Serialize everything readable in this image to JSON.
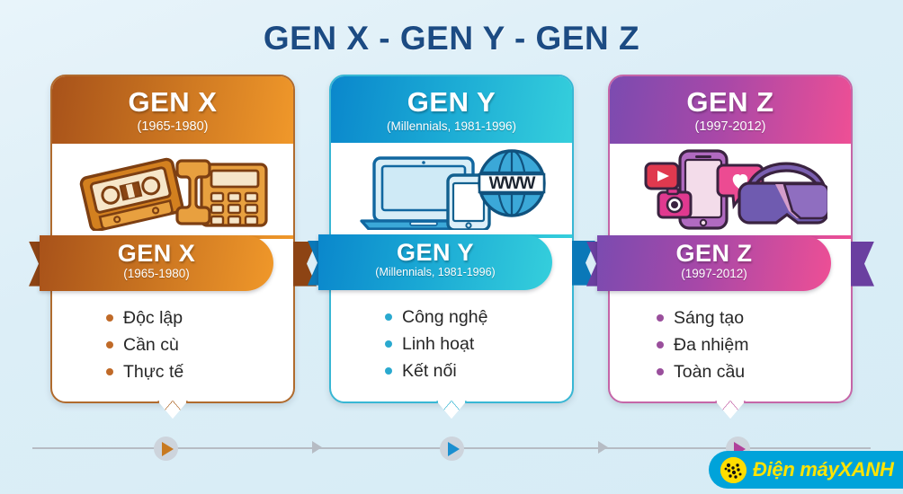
{
  "title": "GEN X - GEN Y - GEN Z",
  "cards": [
    {
      "key": "genx",
      "name": "GEN X",
      "years": "(1965-1980)",
      "ribbon_name": "GEN X",
      "ribbon_years": "(1965-1980)",
      "traits": [
        "Độc lập",
        "Cần cù",
        "Thực tế"
      ],
      "icons": [
        "cassette-tape-icon",
        "landline-phone-icon"
      ],
      "colors": {
        "gradient_start": "#a8521a",
        "gradient_end": "#f0982a",
        "dark": "#8d4414",
        "border": "#b06b2e",
        "dot": "#c06a28",
        "marker": "#c8791f"
      }
    },
    {
      "key": "geny",
      "name": "GEN Y",
      "years": "(Millennials, 1981-1996)",
      "ribbon_name": "GEN Y",
      "ribbon_years": "(Millennials, 1981-1996)",
      "traits": [
        "Công nghệ",
        "Linh hoạt",
        "Kết nối"
      ],
      "icons": [
        "laptop-icon",
        "smartphone-icon",
        "www-globe-icon"
      ],
      "colors": {
        "gradient_start": "#0a87cc",
        "gradient_end": "#35cfdc",
        "dark": "#0a78b8",
        "border": "#38b7d4",
        "dot": "#2aa9cf",
        "marker": "#1b8fd0"
      }
    },
    {
      "key": "genz",
      "name": "GEN Z",
      "years": "(1997-2012)",
      "ribbon_name": "GEN Z",
      "ribbon_years": "(1997-2012)",
      "traits": [
        "Sáng tạo",
        "Đa nhiệm",
        "Toàn cầu"
      ],
      "icons": [
        "smartphone-social-icon",
        "vr-headset-icon"
      ],
      "colors": {
        "gradient_start": "#7b4bb0",
        "gradient_end": "#ee4f95",
        "dark": "#6a3fa0",
        "border": "#c566a8",
        "dot": "#9a4f9c",
        "marker": "#b0409a"
      }
    }
  ],
  "timeline": {
    "markers": [
      "genx-marker",
      "geny-marker",
      "genz-marker"
    ],
    "connectors": [
      "connector-1",
      "connector-2",
      "connector-3"
    ]
  },
  "logo": {
    "text_light": "Điện máy",
    "text_bold": "XANH",
    "background": "#00a3da",
    "text_color": "#ffe400"
  }
}
